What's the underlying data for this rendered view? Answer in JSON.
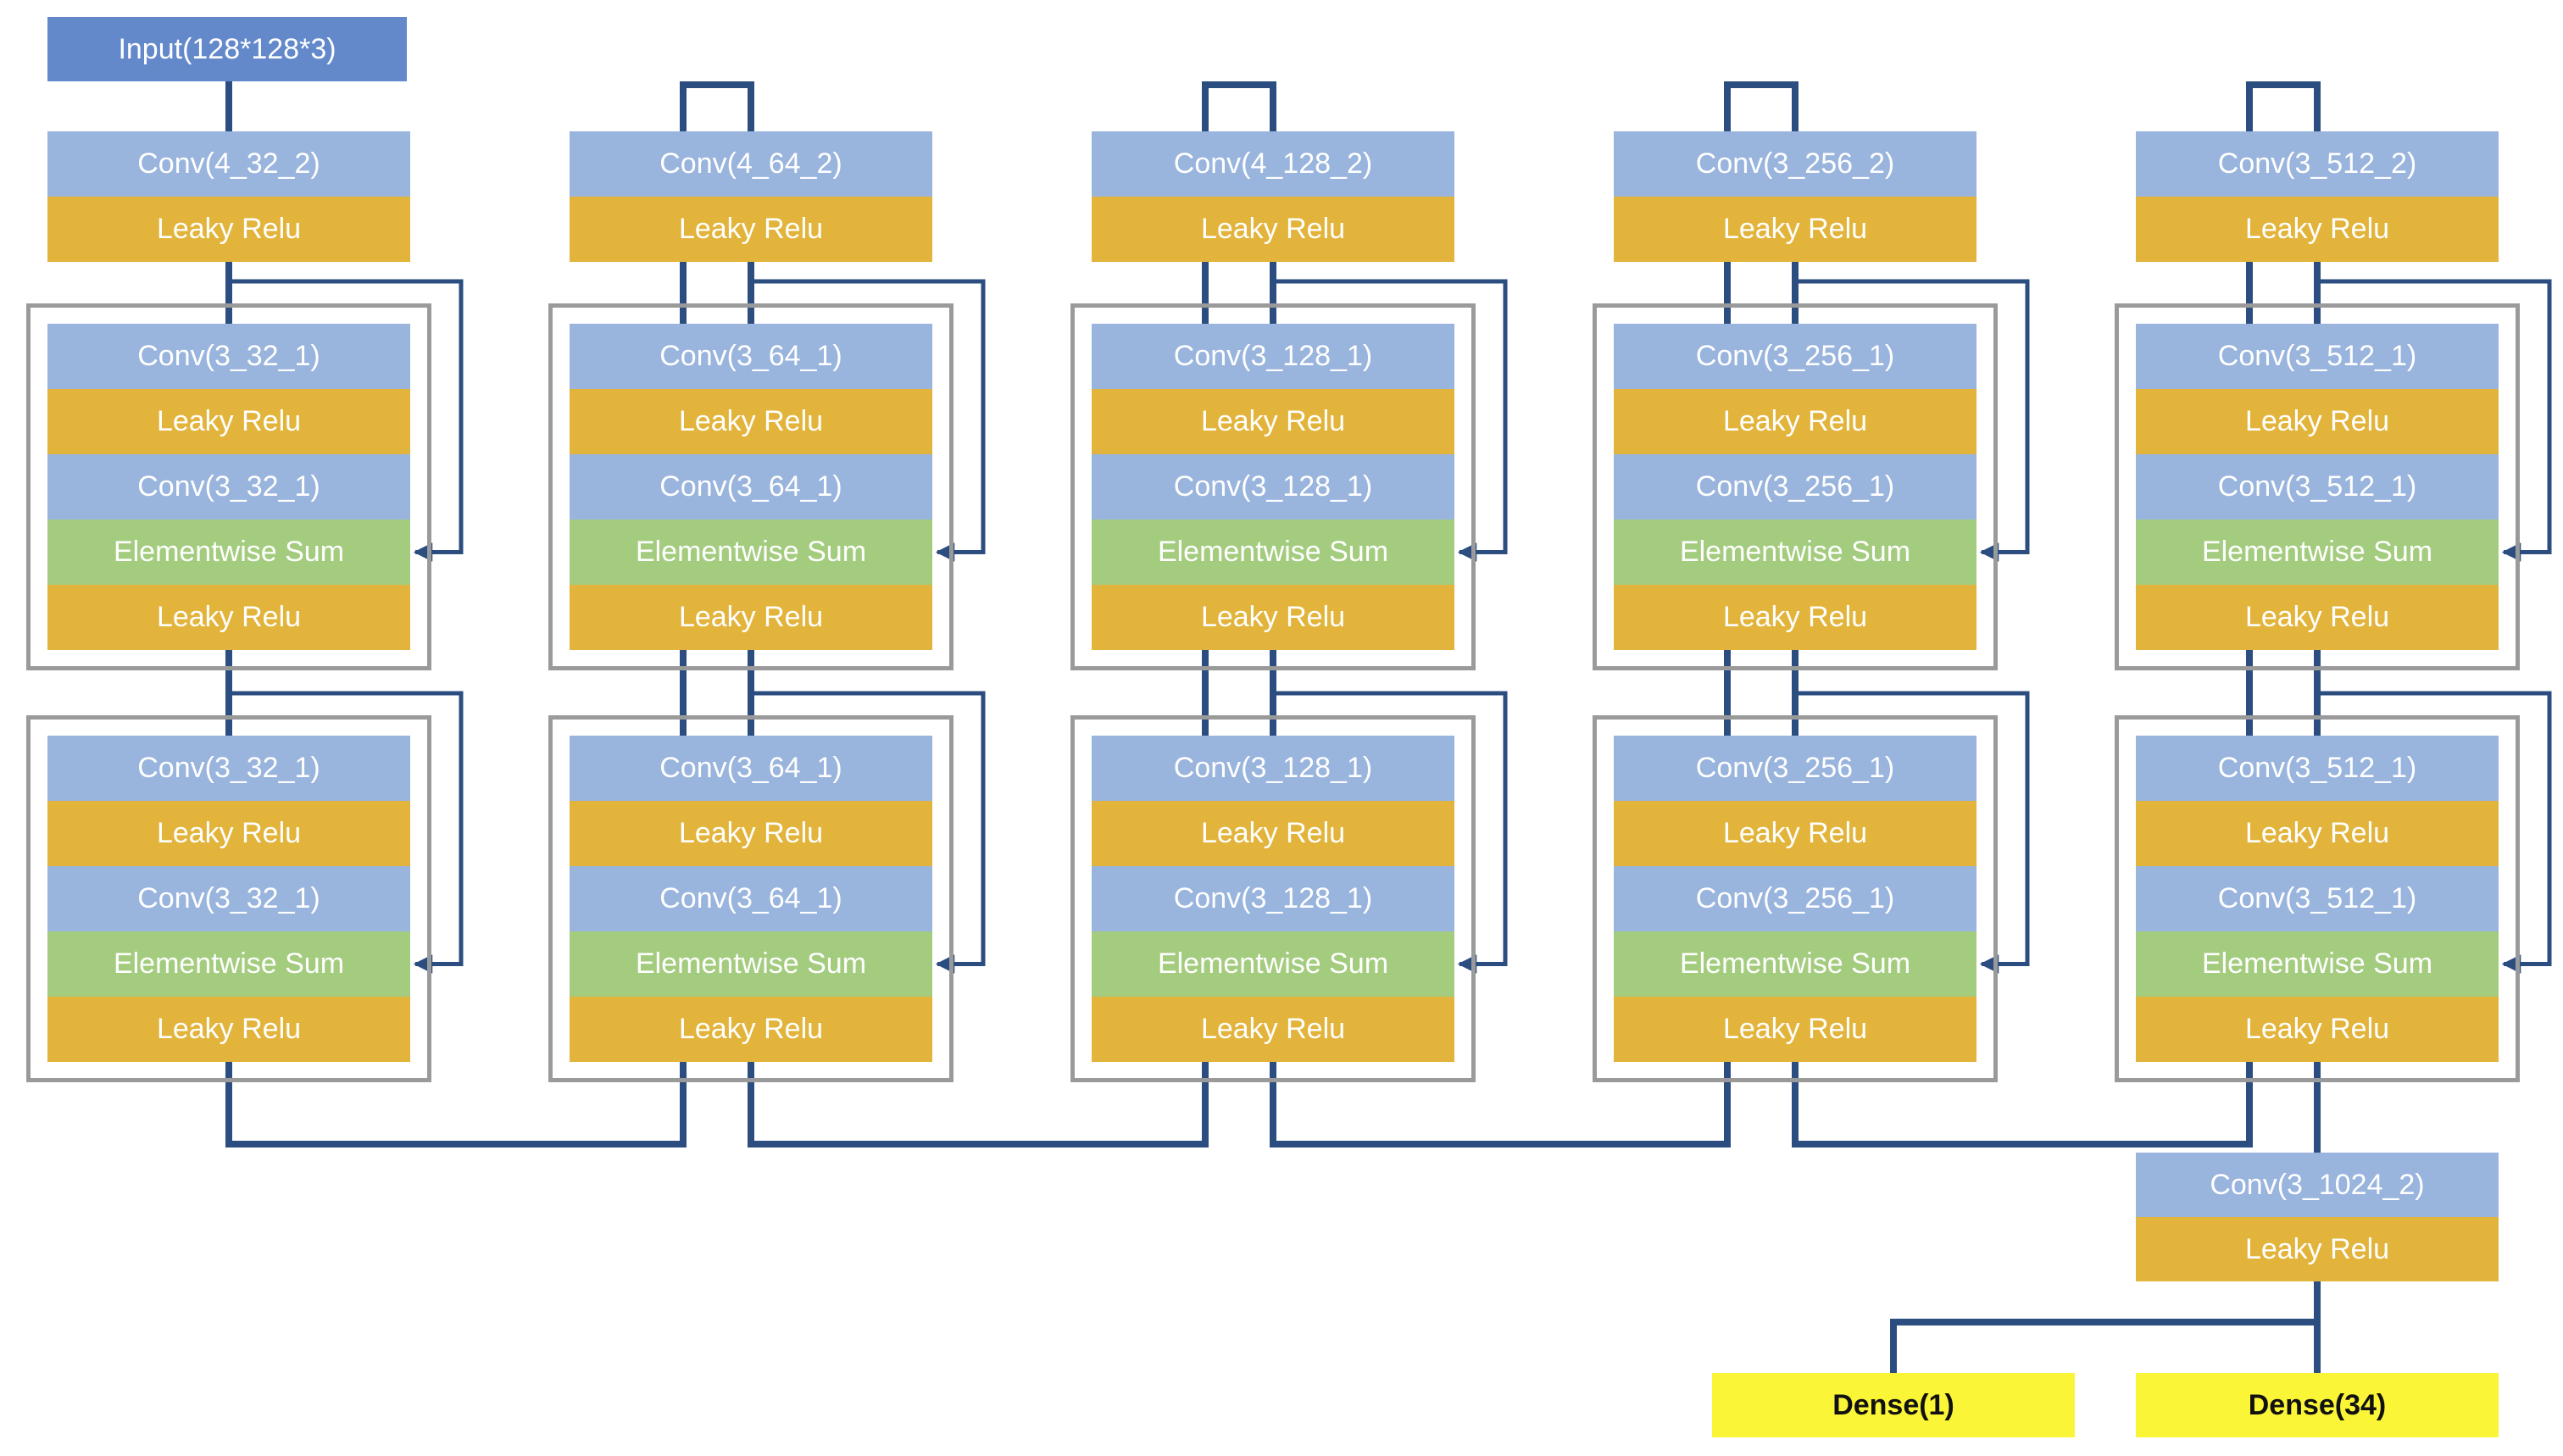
{
  "colors": {
    "wire": "#2b4d80",
    "skip_wire": "#2b4d80",
    "frame_border": "#9a9a9a",
    "input_fill": "#6389cb",
    "conv_fill": "#99b4dd",
    "relu_fill": "#e3b43b",
    "sum_fill": "#a4cc7f",
    "dense_fill": "#fbf538"
  },
  "input": {
    "label": "Input(128*128*3)"
  },
  "columns": [
    {
      "down_conv": "Conv(4_32_2)",
      "down_act": "Leaky Relu",
      "res_blocks": [
        {
          "layers": [
            "Conv(3_32_1)",
            "Leaky Relu",
            "Conv(3_32_1)",
            "Elementwise Sum",
            "Leaky Relu"
          ]
        },
        {
          "layers": [
            "Conv(3_32_1)",
            "Leaky Relu",
            "Conv(3_32_1)",
            "Elementwise Sum",
            "Leaky Relu"
          ]
        }
      ]
    },
    {
      "down_conv": "Conv(4_64_2)",
      "down_act": "Leaky Relu",
      "res_blocks": [
        {
          "layers": [
            "Conv(3_64_1)",
            "Leaky Relu",
            "Conv(3_64_1)",
            "Elementwise Sum",
            "Leaky Relu"
          ]
        },
        {
          "layers": [
            "Conv(3_64_1)",
            "Leaky Relu",
            "Conv(3_64_1)",
            "Elementwise Sum",
            "Leaky Relu"
          ]
        }
      ]
    },
    {
      "down_conv": "Conv(4_128_2)",
      "down_act": "Leaky Relu",
      "res_blocks": [
        {
          "layers": [
            "Conv(3_128_1)",
            "Leaky Relu",
            "Conv(3_128_1)",
            "Elementwise Sum",
            "Leaky Relu"
          ]
        },
        {
          "layers": [
            "Conv(3_128_1)",
            "Leaky Relu",
            "Conv(3_128_1)",
            "Elementwise Sum",
            "Leaky Relu"
          ]
        }
      ]
    },
    {
      "down_conv": "Conv(3_256_2)",
      "down_act": "Leaky Relu",
      "res_blocks": [
        {
          "layers": [
            "Conv(3_256_1)",
            "Leaky Relu",
            "Conv(3_256_1)",
            "Elementwise Sum",
            "Leaky Relu"
          ]
        },
        {
          "layers": [
            "Conv(3_256_1)",
            "Leaky Relu",
            "Conv(3_256_1)",
            "Elementwise Sum",
            "Leaky Relu"
          ]
        }
      ]
    },
    {
      "down_conv": "Conv(3_512_2)",
      "down_act": "Leaky Relu",
      "res_blocks": [
        {
          "layers": [
            "Conv(3_512_1)",
            "Leaky Relu",
            "Conv(3_512_1)",
            "Elementwise Sum",
            "Leaky Relu"
          ]
        },
        {
          "layers": [
            "Conv(3_512_1)",
            "Leaky Relu",
            "Conv(3_512_1)",
            "Elementwise Sum",
            "Leaky Relu"
          ]
        }
      ]
    }
  ],
  "final": {
    "conv": "Conv(3_1024_2)",
    "act": "Leaky Relu",
    "heads": [
      "Dense(1)",
      "Dense(34)"
    ]
  }
}
